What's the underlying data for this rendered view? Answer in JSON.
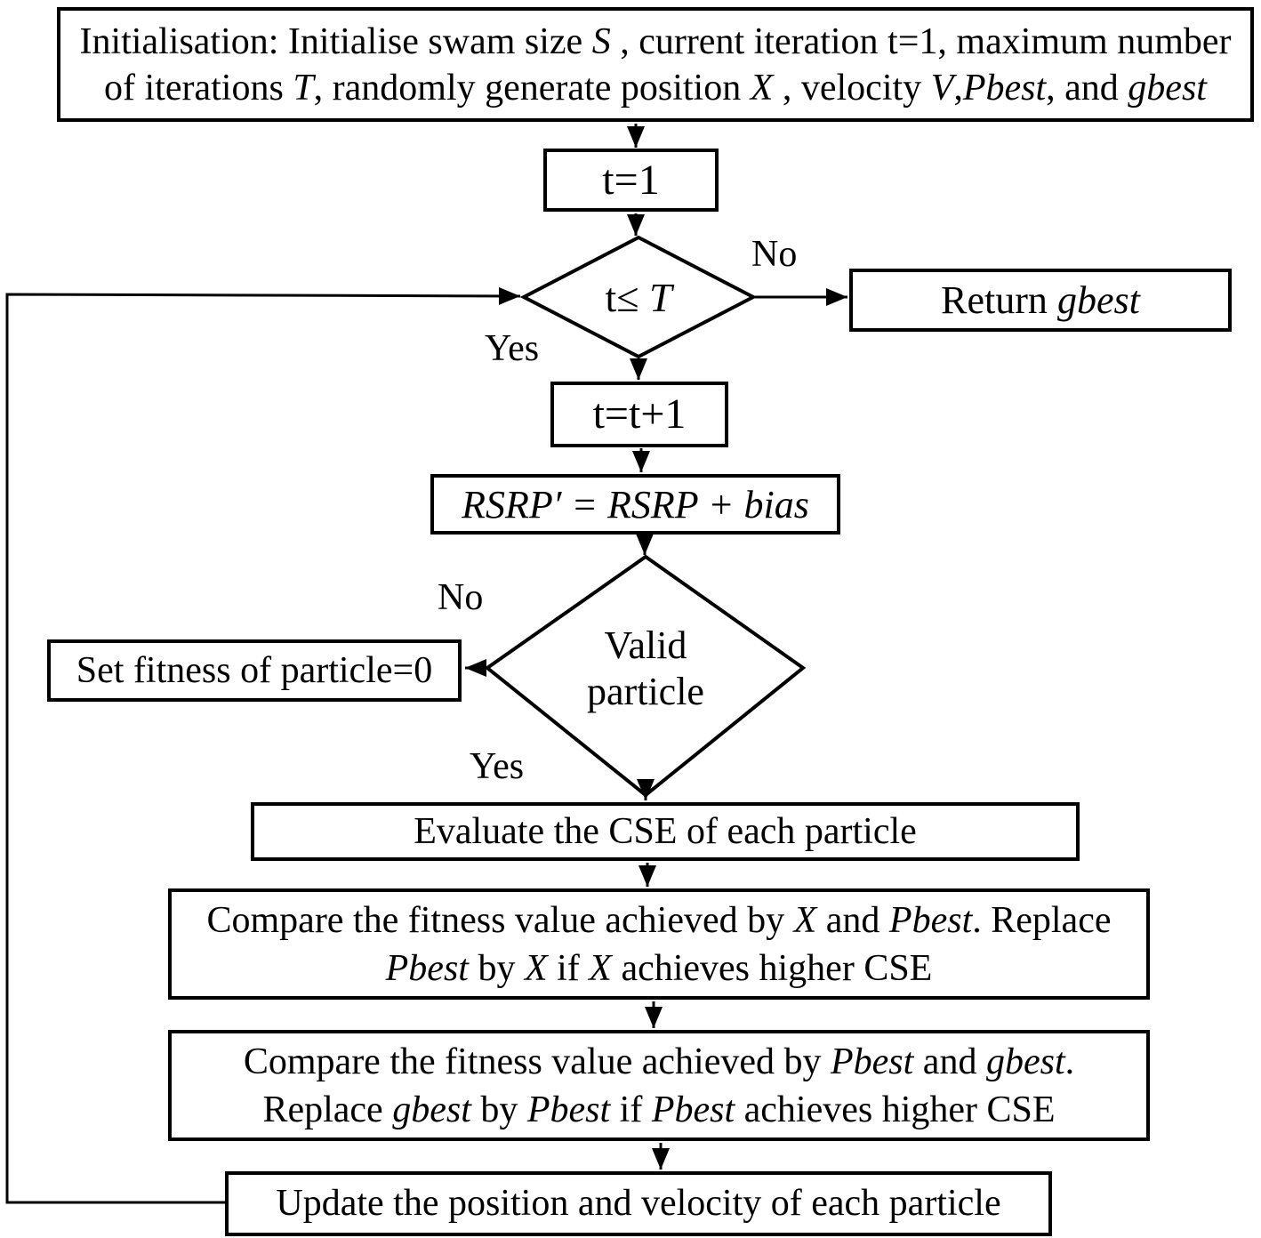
{
  "colors": {
    "ink": "#000000",
    "paper": "#ffffff"
  },
  "labels": {
    "iteration_no": "No",
    "iteration_yes": "Yes",
    "valid_no": "No",
    "valid_yes": "Yes"
  },
  "nodes": {
    "init": {
      "lines": [
        [
          {
            "t": "Initialisation: Initialise swam size "
          },
          {
            "t": "S",
            "i": true
          },
          {
            "t": " , current iteration t=1, maximum number"
          }
        ],
        [
          {
            "t": "of iterations "
          },
          {
            "t": "T",
            "i": true
          },
          {
            "t": ", randomly generate position "
          },
          {
            "t": "X",
            "i": true
          },
          {
            "t": " , velocity "
          },
          {
            "t": "V",
            "i": true
          },
          {
            "t": ","
          },
          {
            "t": "Pbest",
            "i": true
          },
          {
            "t": ", and "
          },
          {
            "t": "gbest",
            "i": true
          }
        ]
      ]
    },
    "set_t": {
      "lines": [
        [
          {
            "t": "t=1"
          }
        ]
      ]
    },
    "iteration_check": {
      "lines": [
        [
          {
            "t": "t≤ "
          },
          {
            "t": "T",
            "i": true
          }
        ]
      ]
    },
    "return_gbest": {
      "lines": [
        [
          {
            "t": "Return "
          },
          {
            "t": "gbest",
            "i": true
          }
        ]
      ]
    },
    "increment_t": {
      "lines": [
        [
          {
            "t": "t=t+1"
          }
        ]
      ]
    },
    "rsrp_bias": {
      "lines": [
        [
          {
            "t": "RSRP′ = RSRP + bias",
            "i": true
          }
        ]
      ]
    },
    "valid_particle": {
      "lines": [
        [
          {
            "t": "Valid"
          }
        ],
        [
          {
            "t": "particle"
          }
        ]
      ]
    },
    "set_fitness_zero": {
      "lines": [
        [
          {
            "t": "Set fitness of particle=0"
          }
        ]
      ]
    },
    "evaluate_cse": {
      "lines": [
        [
          {
            "t": "Evaluate the CSE of each particle"
          }
        ]
      ]
    },
    "compare_x_pbest": {
      "lines": [
        [
          {
            "t": "Compare the fitness value achieved by "
          },
          {
            "t": "X",
            "i": true
          },
          {
            "t": " and "
          },
          {
            "t": "Pbest",
            "i": true
          },
          {
            "t": ". Replace"
          }
        ],
        [
          {
            "t": "Pbest",
            "i": true
          },
          {
            "t": " by "
          },
          {
            "t": "X",
            "i": true
          },
          {
            "t": " if "
          },
          {
            "t": "X",
            "i": true
          },
          {
            "t": " achieves higher CSE"
          }
        ]
      ]
    },
    "compare_pbest_gbest": {
      "lines": [
        [
          {
            "t": "Compare the fitness value achieved by "
          },
          {
            "t": "Pbest",
            "i": true
          },
          {
            "t": " and "
          },
          {
            "t": "gbest",
            "i": true
          },
          {
            "t": "."
          }
        ],
        [
          {
            "t": "Replace "
          },
          {
            "t": "gbest",
            "i": true
          },
          {
            "t": " by "
          },
          {
            "t": "Pbest",
            "i": true
          },
          {
            "t": " if "
          },
          {
            "t": "Pbest",
            "i": true
          },
          {
            "t": " achieves higher CSE"
          }
        ]
      ]
    },
    "update_particles": {
      "lines": [
        [
          {
            "t": "Update the position and velocity of each particle"
          }
        ]
      ]
    }
  }
}
